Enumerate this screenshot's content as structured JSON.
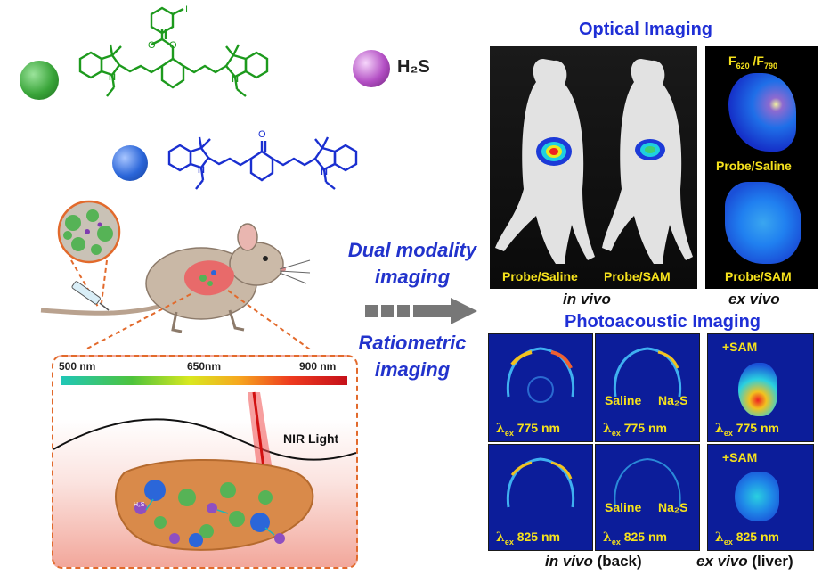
{
  "titles": {
    "optical": "Optical Imaging",
    "photoacoustic": "Photoacoustic Imaging"
  },
  "left": {
    "h2s_label": "H₂S",
    "spectrum": {
      "left": "500 nm",
      "mid": "650nm",
      "right": "900 nm"
    },
    "nir_light": "NIR Light",
    "ketone_o": "O",
    "ester_o": "O",
    "iodine": "I",
    "n_plus": "N",
    "n_label": "N",
    "liver_h2s": "H₂S"
  },
  "middle": {
    "dual_modality": "Dual modality",
    "imaging1": "imaging",
    "ratiometric": "Ratiometric",
    "imaging2": "imaging"
  },
  "optical": {
    "probe_saline": "Probe/Saline",
    "probe_sam": "Probe/SAM",
    "ratio_label": "F620 /F790",
    "exvivo_probe_saline": "Probe/Saline",
    "exvivo_probe_sam": "Probe/SAM",
    "in_vivo": "in vivo",
    "ex_vivo": "ex vivo"
  },
  "photoacoustic": {
    "lambda_sub": "ex",
    "wl_775": "775 nm",
    "wl_825": "825 nm",
    "saline": "Saline",
    "na2s": "Na₂S",
    "plus_sam": "+SAM",
    "in_vivo_back_ital": "in vivo",
    "back": "(back)",
    "ex_vivo_liver_ital": "ex vivo",
    "liver": "(liver)"
  },
  "colors": {
    "green_sphere": "#3aa53a",
    "blue_sphere": "#2b66d9",
    "purple_sphere": "#b34fc4",
    "green_structure": "#1d9a1d",
    "blue_structure": "#1a2fd0",
    "title_blue": "#1f2fd6",
    "label_yellow": "#f6e21c"
  }
}
